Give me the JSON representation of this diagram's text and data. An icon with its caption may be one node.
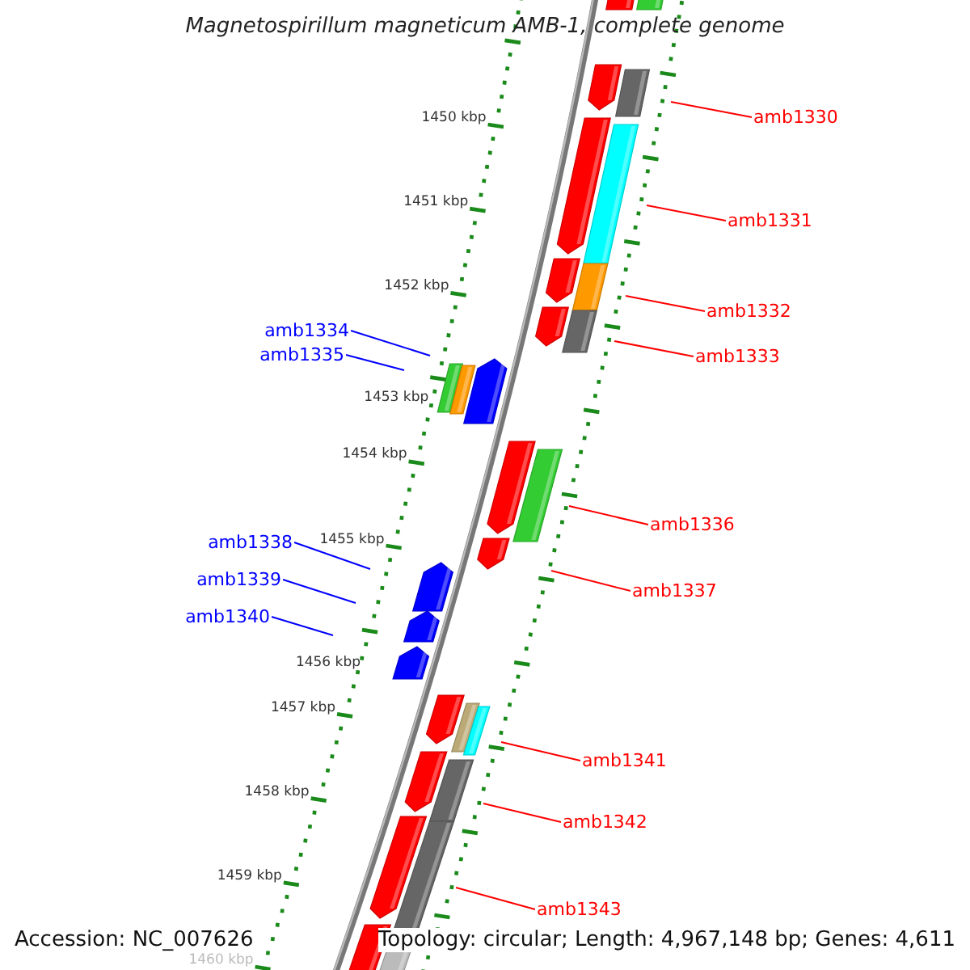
{
  "diagram": {
    "title": "Magnetospirillum magneticum AMB-1, complete genome",
    "nodes": [
      {
        "text": [
          "amb1330"
        ]
      },
      {
        "text": [
          "amb1331"
        ]
      },
      {
        "text": [
          "amb1332"
        ]
      },
      {
        "text": [
          "amb1334"
        ]
      },
      {
        "text": [
          "amb1335"
        ]
      },
      {
        "text": [
          "amb1333"
        ]
      },
      {
        "text": [
          "amb1336"
        ]
      },
      {
        "text": [
          "amb1337"
        ]
      },
      {
        "text": [
          "amb1338"
        ]
      },
      {
        "text": [
          "amb1339"
        ]
      },
      {
        "text": [
          "amb1340"
        ]
      },
      {
        "text": [
          "amb1341"
        ]
      },
      {
        "text": [
          "amb1342"
        ]
      },
      {
        "text": [
          "amb1343"
        ]
      }
    ],
    "edges": [
      {
        "from": 0,
        "to": null,
        "arrow": "none"
      },
      {
        "from": 1,
        "to": null,
        "arrow": "none"
      },
      {
        "from": 2,
        "to": null,
        "arrow": "none"
      },
      {
        "from": 3,
        "to": null,
        "arrow": "none",
        "color": "#0000ff"
      },
      {
        "from": 4,
        "to": null,
        "arrow": "none",
        "color": "#0000ff"
      },
      {
        "from": 5,
        "to": null,
        "arrow": "none"
      },
      {
        "from": 6,
        "to": null,
        "arrow": "none"
      },
      {
        "from": 7,
        "to": null,
        "arrow": "none"
      },
      {
        "from": 8,
        "to": null,
        "arrow": "none",
        "color": "#0000ff"
      },
      {
        "from": 9,
        "to": null,
        "arrow": "none",
        "color": "#0000ff"
      },
      {
        "from": 10,
        "to": null,
        "arrow": "none",
        "color": "#0000ff"
      },
      {
        "from": 11,
        "to": null,
        "arrow": "none"
      },
      {
        "from": 12,
        "to": null,
        "arrow": "none"
      },
      {
        "from": 13,
        "to": null,
        "arrow": "none"
      }
    ],
    "labels": [
      "1450 kbp",
      "1451 kbp",
      "1452 kbp",
      "1453 kbp",
      "1454 kbp",
      "1455 kbp",
      "1456 kbp",
      "1457 kbp",
      "1458 kbp",
      "1459 kbp",
      "1460 kbp",
      "Accession: NC_007626",
      "Topology: circular; Length: 4,967,148 bp; Genes: 4,611"
    ]
  }
}
